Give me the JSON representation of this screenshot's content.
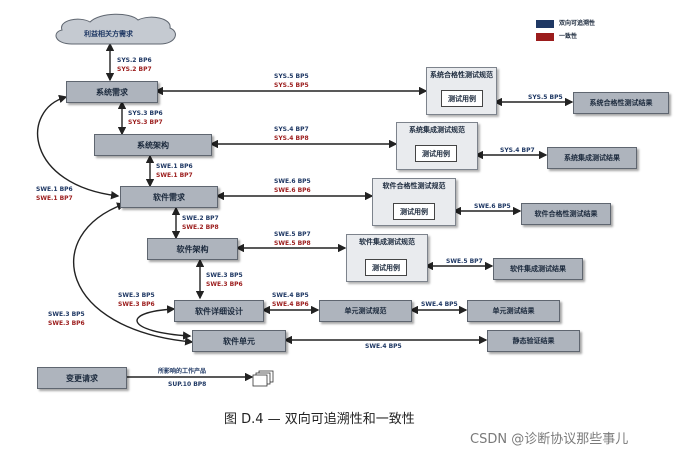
{
  "legend": {
    "bidirectional_label": "双向可追溯性",
    "consistency_label": "一致性",
    "bidirectional_color": "#1f3864",
    "consistency_color": "#9b1c1c"
  },
  "nodes": {
    "stakeholder": "利益相关方需求",
    "sys_req": "系统需求",
    "sys_arch": "系统架构",
    "sw_req": "软件需求",
    "sw_arch": "软件架构",
    "sw_detail": "软件详细设计",
    "sw_unit": "软件单元",
    "change_req": "变更请求",
    "sys_qual_spec": "系统合格性测试规范",
    "sys_qual_case": "测试用例",
    "sys_qual_result": "系统合格性测试结果",
    "sys_int_spec": "系统集成测试规范",
    "sys_int_case": "测试用例",
    "sys_int_result": "系统集成测试结果",
    "sw_qual_spec": "软件合格性测试规范",
    "sw_qual_case": "测试用例",
    "sw_qual_result": "软件合格性测试结果",
    "sw_int_spec": "软件集成测试规范",
    "sw_int_case": "测试用例",
    "sw_int_result": "软件集成测试结果",
    "unit_spec": "单元测试规范",
    "unit_result": "单元测试结果",
    "static_result": "静态验证结果"
  },
  "labels": {
    "sys2_bp6": "SYS.2 BP6",
    "sys2_bp7": "SYS.2 BP7",
    "sys3_bp6": "SYS.3 BP6",
    "sys3_bp7": "SYS.3 BP7",
    "swe1_bp6_v": "SWE.1 BP6",
    "swe1_bp7_v": "SWE.1 BP7",
    "swe1_bp6_l": "SWE.1 BP6",
    "swe1_bp7_l": "SWE.1 BP7",
    "sys5_bp5_a": "SYS.5 BP5",
    "sys5_bp5_b": "SYS.5 BP5",
    "sys5_bp5_c": "SYS.5 BP5",
    "sys4_bp7_a": "SYS.4 BP7",
    "sys4_bp8": "SYS.4 BP8",
    "sys4_bp7_b": "SYS.4 BP7",
    "swe6_bp5_a": "SWE.6 BP5",
    "swe6_bp6": "SWE.6 BP6",
    "swe6_bp5_b": "SWE.6 BP5",
    "swe2_bp7": "SWE.2 BP7",
    "swe2_bp8": "SWE.2 BP8",
    "swe5_bp7_a": "SWE.5 BP7",
    "swe5_bp8": "SWE.5 BP8",
    "swe5_bp7_b": "SWE.5 BP7",
    "swe3_bp5_v": "SWE.3 BP5",
    "swe3_bp6_v": "SWE.3 BP6",
    "swe3_bp5_m": "SWE.3 BP5",
    "swe3_bp6_m": "SWE.3 BP6",
    "swe3_bp5_l": "SWE.3 BP5",
    "swe3_bp6_l": "SWE.3 BP6",
    "swe4_bp5_a": "SWE.4 BP5",
    "swe4_bp6": "SWE.4 BP6",
    "swe4_bp5_b": "SWE.4 BP5",
    "swe4_bp5_c": "SWE.4 BP5",
    "affected": "所影响的工作产品",
    "sup10_bp8": "SUP.10 BP8"
  },
  "caption": "图 D.4 — 双向可追溯性和一致性",
  "watermark": "CSDN @诊断协议那些事儿"
}
